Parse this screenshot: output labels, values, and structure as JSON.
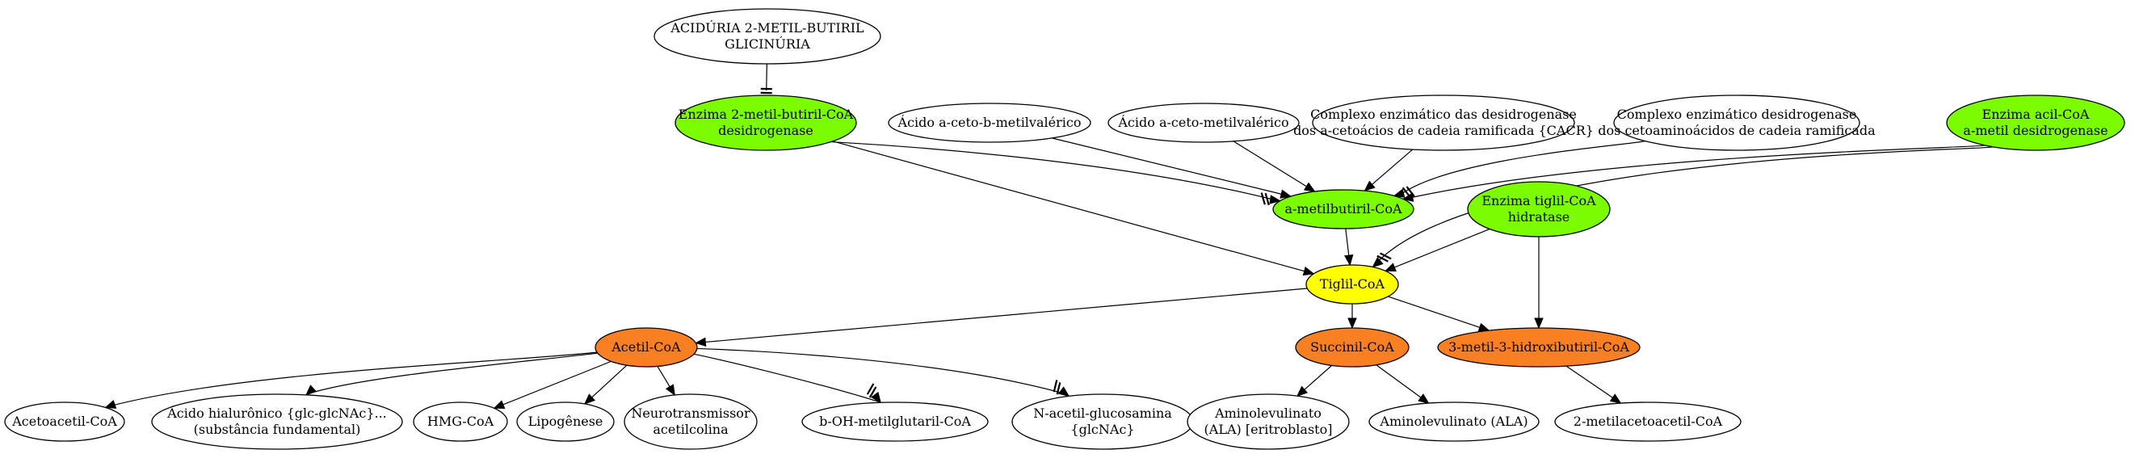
{
  "colors": {
    "white": "#ffffff",
    "green": "#7cfc00",
    "orange": "#f97f23",
    "yellow": "#ffff00",
    "stroke": "#000000"
  },
  "nodes": {
    "acid_2mb": {
      "lines": [
        "ACIDÚRIA 2-METIL-BUTIRIL",
        "GLICINÚRIA"
      ],
      "fill": "white"
    },
    "enz_2mb": {
      "lines": [
        "Enzima 2-metil-butiril-CoA",
        "desidrogenase"
      ],
      "fill": "green"
    },
    "ac_cbm": {
      "lines": [
        "Ácido a-ceto-b-metilvalérico"
      ],
      "fill": "white"
    },
    "ac_cm": {
      "lines": [
        "Ácido a-ceto-metilvalérico"
      ],
      "fill": "white"
    },
    "cacr": {
      "lines": [
        "Complexo enzimático das desidrogenase",
        "dos a-cetoácios de cadeia ramificada {CACR}"
      ],
      "fill": "white"
    },
    "cdcr": {
      "lines": [
        "Complexo enzimático desidrogenase",
        "dos cetoaminoácidos de cadeia ramificada"
      ],
      "fill": "white"
    },
    "enz_acil": {
      "lines": [
        "Enzima acil-CoA",
        "a-metil desidrogenase"
      ],
      "fill": "green"
    },
    "amb": {
      "lines": [
        "a-metilbutiril-CoA"
      ],
      "fill": "green"
    },
    "enz_tiglil": {
      "lines": [
        "Enzima tiglil-CoA",
        "hidratase"
      ],
      "fill": "green"
    },
    "tiglil": {
      "lines": [
        "Tiglil-CoA"
      ],
      "fill": "yellow"
    },
    "acetil": {
      "lines": [
        "Acetil-CoA"
      ],
      "fill": "orange"
    },
    "succinil": {
      "lines": [
        "Succinil-CoA"
      ],
      "fill": "orange"
    },
    "m3h": {
      "lines": [
        "3-metil-3-hidroxibutiril-CoA"
      ],
      "fill": "orange"
    },
    "acetoacetil": {
      "lines": [
        "Acetoacetil-CoA"
      ],
      "fill": "white"
    },
    "hialuronico": {
      "lines": [
        "Ácido hialurônico {glc-glcNAc}...",
        "(substância fundamental)"
      ],
      "fill": "white"
    },
    "hmg": {
      "lines": [
        "HMG-CoA"
      ],
      "fill": "white"
    },
    "lipogenese": {
      "lines": [
        "Lipogênese"
      ],
      "fill": "white"
    },
    "neuro": {
      "lines": [
        "Neurotransmissor",
        "acetilcolina"
      ],
      "fill": "white"
    },
    "bohmg": {
      "lines": [
        "b-OH-metilglutaril-CoA"
      ],
      "fill": "white"
    },
    "nacetil": {
      "lines": [
        "N-acetil-glucosamina",
        "{glcNAc}"
      ],
      "fill": "white"
    },
    "ala_erit": {
      "lines": [
        "Aminolevulinato",
        "(ALA) [eritroblasto]"
      ],
      "fill": "white"
    },
    "ala": {
      "lines": [
        "Aminolevulinato (ALA)"
      ],
      "fill": "white"
    },
    "m2aa": {
      "lines": [
        "2-metilacetoacetil-CoA"
      ],
      "fill": "white"
    }
  },
  "edges": [
    {
      "from": "acid_2mb",
      "to": "enz_2mb",
      "head": "tee"
    },
    {
      "from": "enz_2mb",
      "to": "amb",
      "head": "tee-arrow"
    },
    {
      "from": "enz_2mb",
      "to": "tiglil",
      "head": "arrow"
    },
    {
      "from": "ac_cbm",
      "to": "amb",
      "head": "arrow"
    },
    {
      "from": "ac_cm",
      "to": "amb",
      "head": "arrow"
    },
    {
      "from": "cacr",
      "to": "amb",
      "head": "arrow"
    },
    {
      "from": "cdcr",
      "to": "amb",
      "head": "tee-arrow"
    },
    {
      "from": "enz_acil",
      "to": "amb",
      "head": "arrow"
    },
    {
      "from": "enz_acil",
      "to": "tiglil",
      "head": "tee-arrow"
    },
    {
      "from": "amb",
      "to": "tiglil",
      "head": "arrow"
    },
    {
      "from": "enz_tiglil",
      "to": "tiglil",
      "head": "arrow"
    },
    {
      "from": "enz_tiglil",
      "to": "m3h",
      "head": "arrow"
    },
    {
      "from": "tiglil",
      "to": "acetil",
      "head": "arrow"
    },
    {
      "from": "tiglil",
      "to": "succinil",
      "head": "arrow"
    },
    {
      "from": "tiglil",
      "to": "m3h",
      "head": "arrow"
    },
    {
      "from": "acetil",
      "to": "acetoacetil",
      "head": "arrow"
    },
    {
      "from": "acetil",
      "to": "hialuronico",
      "head": "arrow"
    },
    {
      "from": "acetil",
      "to": "hmg",
      "head": "arrow"
    },
    {
      "from": "acetil",
      "to": "lipogenese",
      "head": "arrow"
    },
    {
      "from": "acetil",
      "to": "neuro",
      "head": "arrow"
    },
    {
      "from": "acetil",
      "to": "bohmg",
      "head": "tee-arrow"
    },
    {
      "from": "acetil",
      "to": "nacetil",
      "head": "tee-arrow"
    },
    {
      "from": "succinil",
      "to": "ala_erit",
      "head": "arrow"
    },
    {
      "from": "succinil",
      "to": "ala",
      "head": "arrow"
    },
    {
      "from": "m3h",
      "to": "m2aa",
      "head": "arrow"
    }
  ]
}
